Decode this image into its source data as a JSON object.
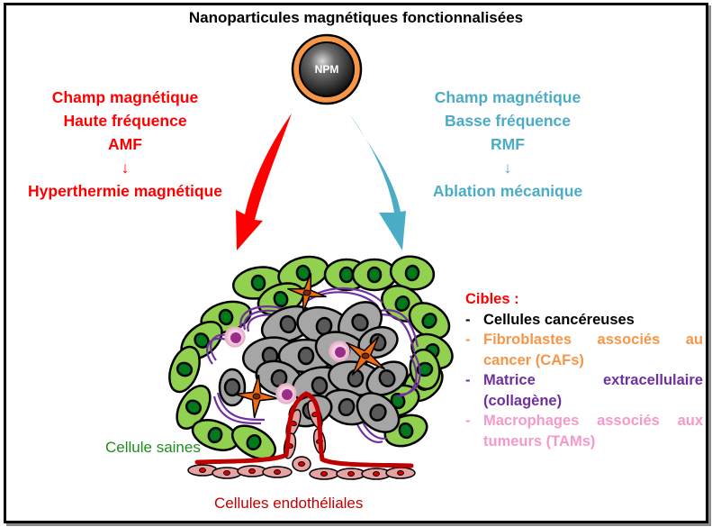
{
  "title": "Nanoparticules magnétiques fonctionnalisées",
  "particle": {
    "label": "NPM",
    "core_color": "#1a1a1a",
    "shell_color": "#f79646"
  },
  "left_pathway": {
    "color": "#ff0000",
    "lines": [
      "Champ magnétique",
      "Haute fréquence",
      "AMF"
    ],
    "arrow": "↓",
    "result": "Hyperthermie magnétique"
  },
  "right_pathway": {
    "color": "#4bacc6",
    "lines": [
      "Champ magnétique",
      "Basse fréquence",
      "RMF"
    ],
    "arrow": "↓",
    "result": "Ablation mécanique"
  },
  "targets": {
    "heading": "Cibles :",
    "items": [
      {
        "dash": "-",
        "text": "Cellules cancéreuses",
        "color": "#000000"
      },
      {
        "dash": "-",
        "text": "Fibroblastes associés au cancer (CAFs)",
        "color": "#f79646"
      },
      {
        "dash": "-",
        "text": "Matrice extracellulaire (collagène)",
        "color": "#7030a0"
      },
      {
        "dash": "-",
        "text": "Macrophages associés aux tumeurs (TAMs)",
        "color": "#f49ac8"
      }
    ]
  },
  "labels": {
    "healthy_cells": "Cellule saines",
    "endothelial_cells": "Cellules endothéliales"
  },
  "palette": {
    "healthy_cell_fill": "#92d050",
    "healthy_nucleus": "#007a1a",
    "cancer_cell_fill": "#a6a6a6",
    "cancer_nucleus": "#595959",
    "caf_fill": "#f26b10",
    "collagen": "#7030a0",
    "macrophage_fill": "#f7d6e4",
    "macrophage_nucleus": "#9b2d8a",
    "vessel": "#c00000",
    "endothelial_fill": "#e6a3a3"
  }
}
